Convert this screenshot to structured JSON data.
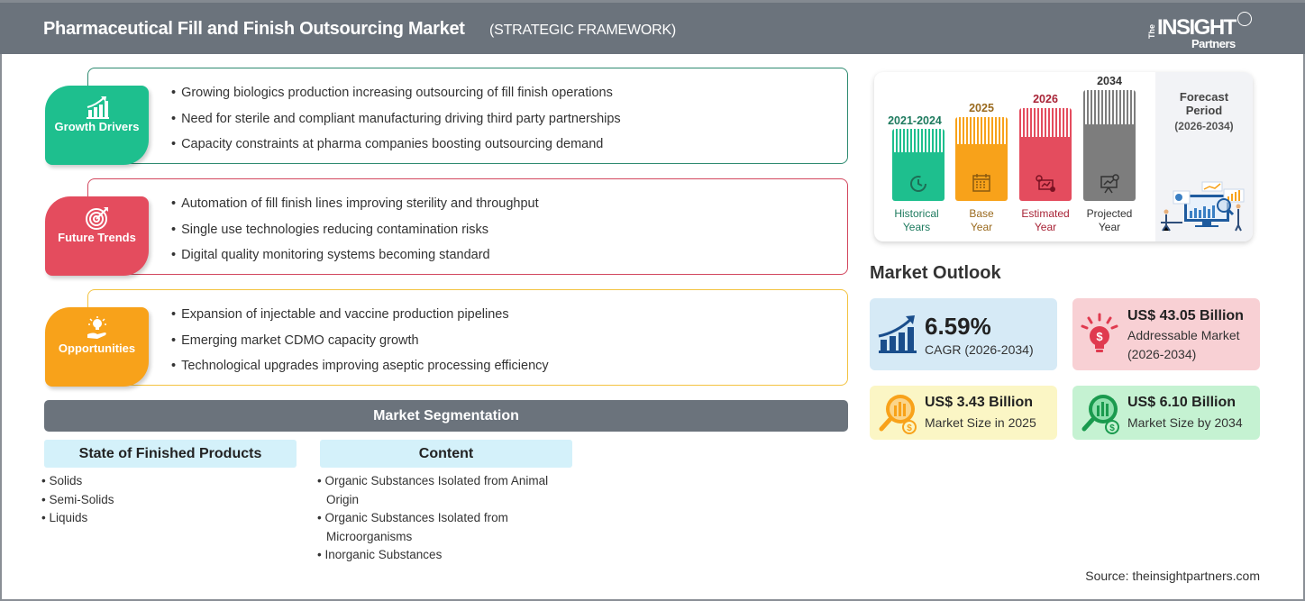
{
  "header": {
    "title": "Pharmaceutical Fill and Finish Outsourcing Market",
    "subtitle": "(STRATEGIC FRAMEWORK)",
    "logo": {
      "the": "The",
      "insight": "INSIGHT",
      "partners": "Partners"
    }
  },
  "framework": [
    {
      "label": "Growth Drivers",
      "icon": "growth-chart-icon",
      "color": "#1ebf8e",
      "border": "#2e8a70",
      "items": [
        "Growing biologics production increasing outsourcing of fill finish operations",
        "Need for sterile and compliant manufacturing driving third party partnerships",
        "Capacity constraints at pharma companies boosting outsourcing demand"
      ]
    },
    {
      "label": "Future Trends",
      "icon": "target-icon",
      "color": "#e44c5e",
      "border": "#d2475e",
      "items": [
        "Automation of fill finish lines improving sterility and throughput",
        "Single use technologies reducing contamination risks",
        "Digital quality monitoring systems becoming standard"
      ]
    },
    {
      "label": "Opportunities",
      "icon": "lightbulb-hand-icon",
      "color": "#f8a21a",
      "border": "#f3c340",
      "items": [
        "Expansion of injectable and vaccine production pipelines",
        "Emerging market CDMO capacity growth",
        "Technological upgrades improving aseptic processing efficiency"
      ]
    }
  ],
  "segmentation": {
    "title": "Market Segmentation",
    "columns": [
      {
        "heading": "State of Finished Products",
        "items": [
          "Solids",
          "Semi-Solids",
          "Liquids"
        ]
      },
      {
        "heading": "Content",
        "items": [
          "Organic Substances Isolated from Animal Origin",
          "Organic Substances Isolated from Microorganisms",
          "Inorganic Substances"
        ]
      }
    ]
  },
  "timeline": {
    "columns": [
      {
        "year": "2021-2024",
        "label1": "Historical",
        "label2": "Years",
        "color": "#1ebf8e",
        "text_color": "#1d7a5e",
        "icon": "history-clock-icon"
      },
      {
        "year": "2025",
        "label1": "Base",
        "label2": "Year",
        "color": "#f8a21a",
        "text_color": "#9a6a1e",
        "icon": "calendar-icon"
      },
      {
        "year": "2026",
        "label1": "Estimated",
        "label2": "Year",
        "color": "#e44c5e",
        "text_color": "#a82336",
        "icon": "analytics-monitor-icon"
      },
      {
        "year": "2034",
        "label1": "Projected",
        "label2": "Year",
        "color": "#7d7d7d",
        "text_color": "#333333",
        "icon": "presentation-board-icon"
      }
    ],
    "forecast": {
      "title": "Forecast Period",
      "range": "(2026-2034)"
    }
  },
  "outlook": {
    "title": "Market Outlook",
    "cagr": {
      "value": "6.59%",
      "label": "CAGR (2026-2034)"
    },
    "addressable": {
      "value": "US$ 43.05 Billion",
      "label1": "Addressable Market",
      "label2": "(2026-2034)"
    },
    "size_2025": {
      "value": "US$ 3.43 Billion",
      "label": "Market Size in 2025"
    },
    "size_2034": {
      "value": "US$ 6.10 Billion",
      "label": "Market Size by 2034"
    }
  },
  "source": "Source: theinsightpartners.com"
}
